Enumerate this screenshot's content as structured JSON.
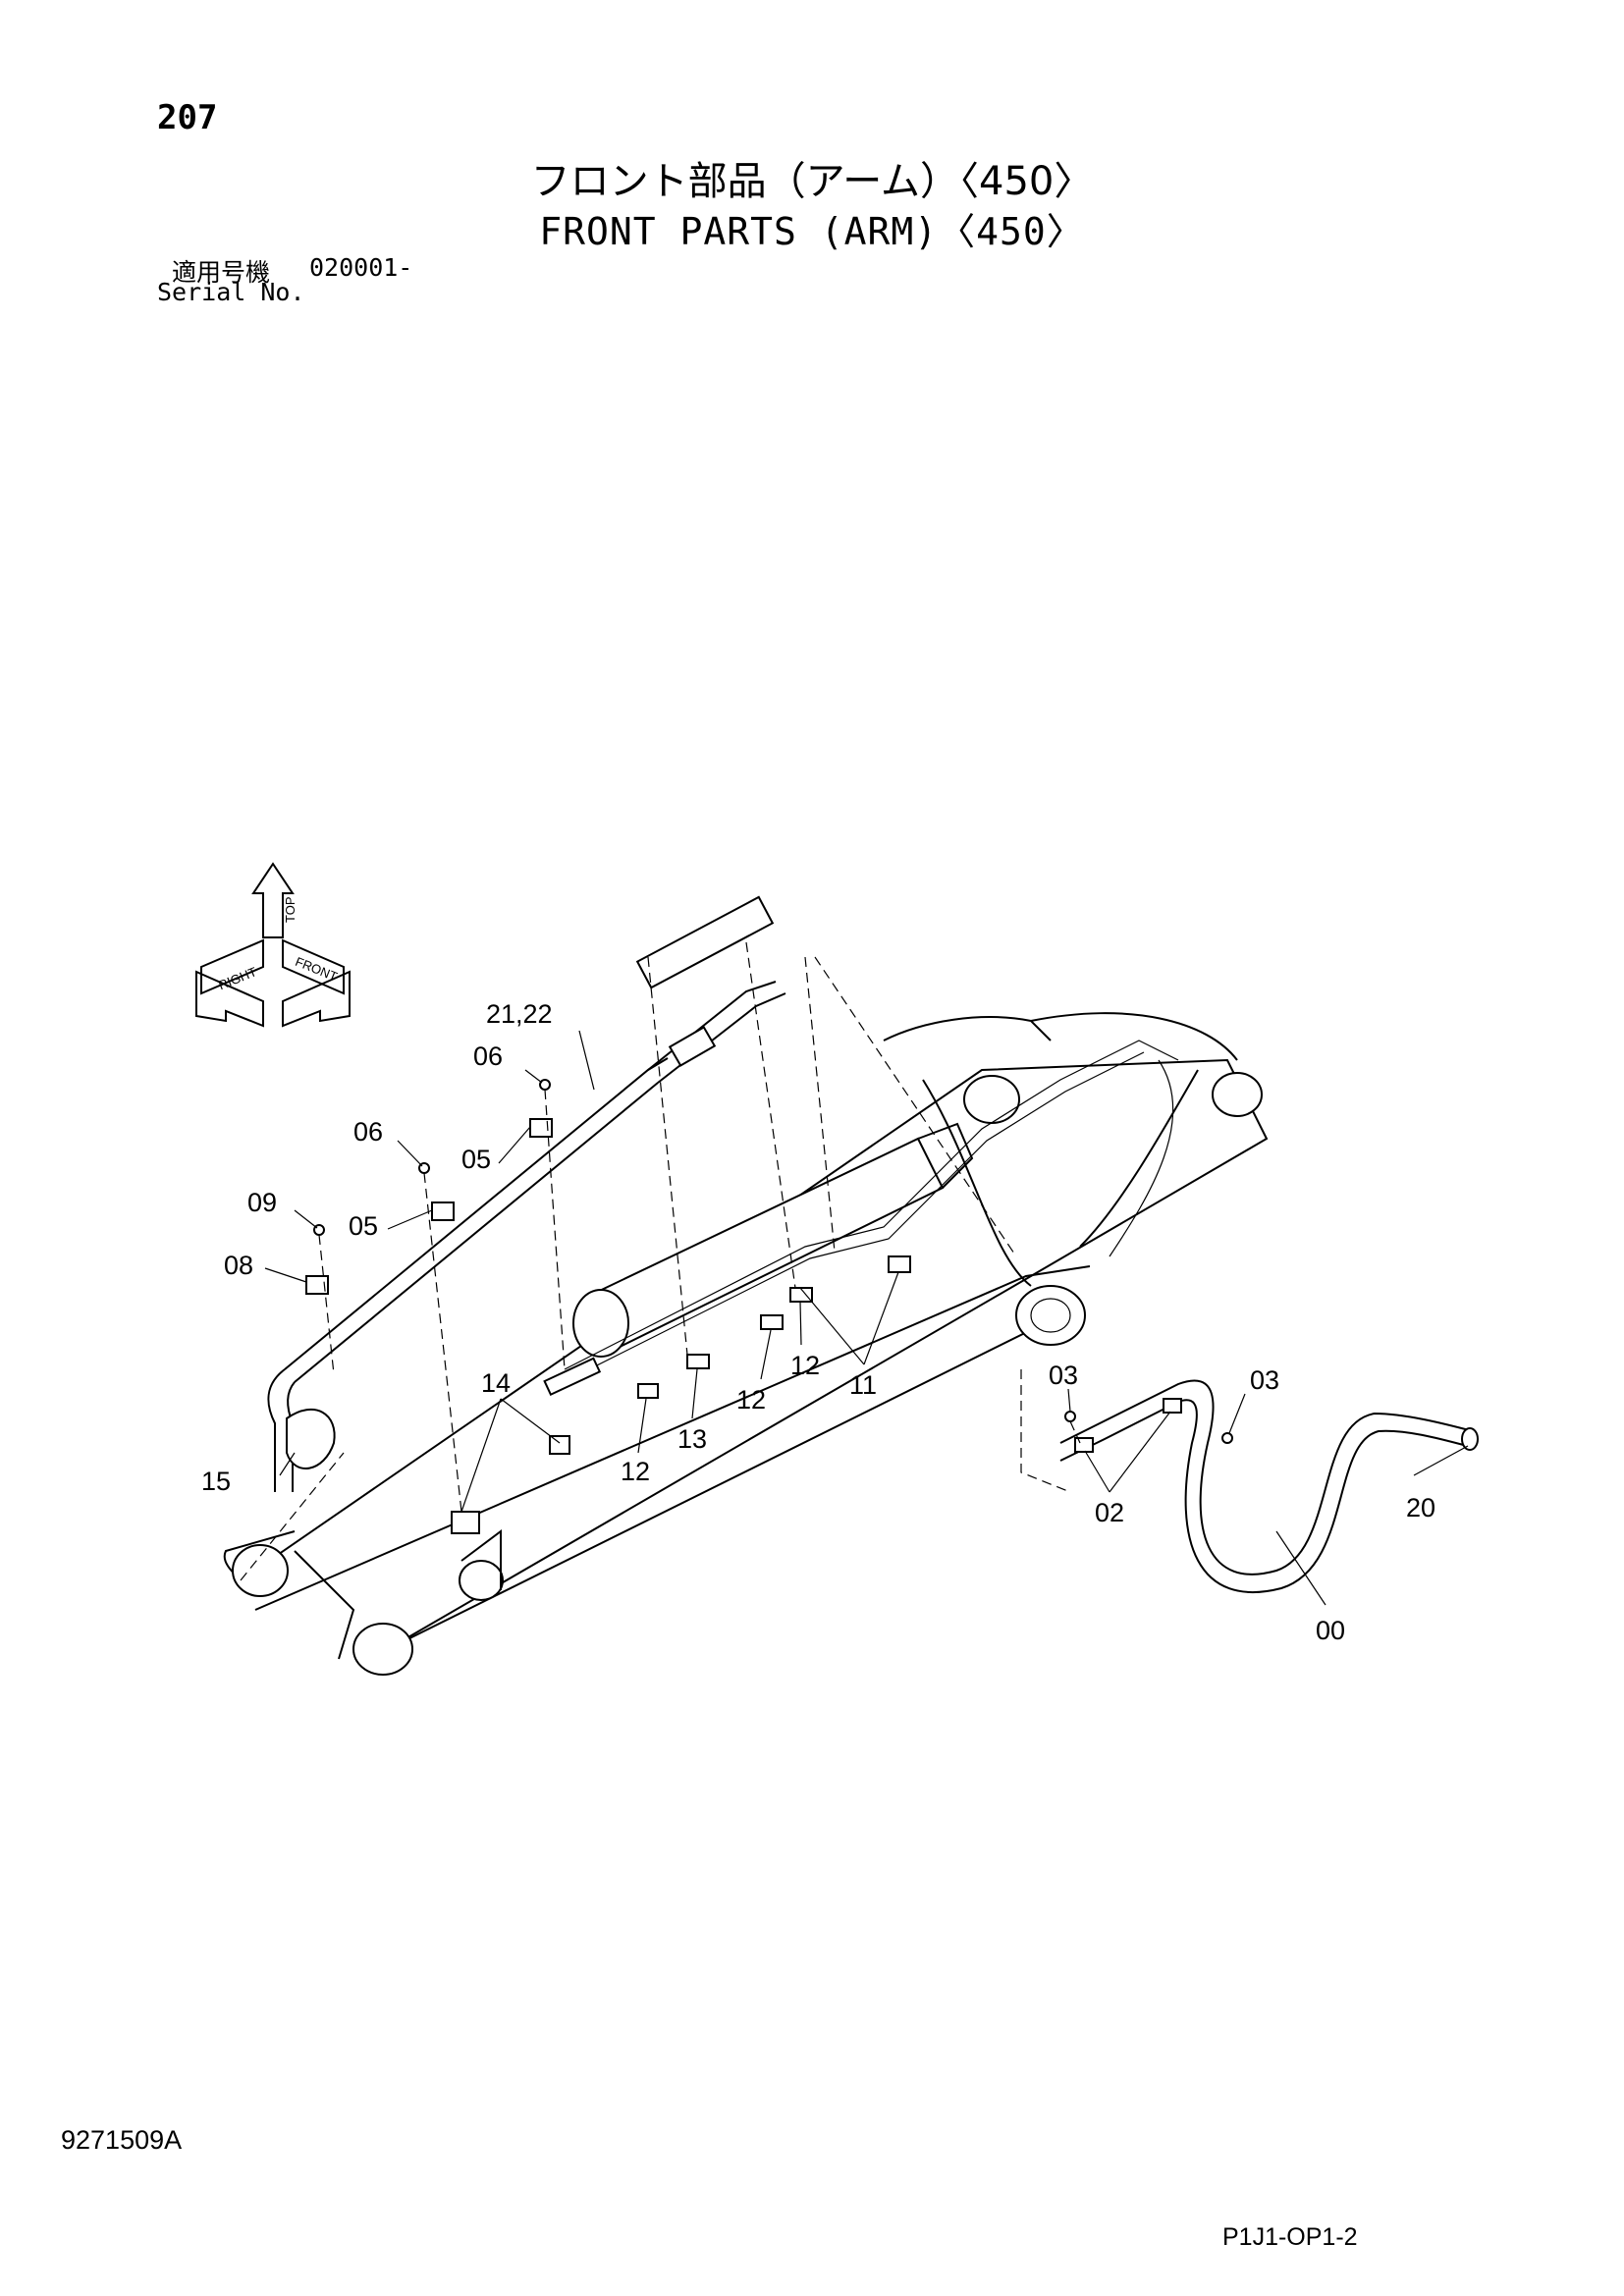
{
  "header": {
    "page_number": "207",
    "title_jp": "フロント部品（アーム）〈450〉",
    "title_en": "FRONT PARTS (ARM)〈450〉",
    "serial_label_jp": "適用号機",
    "serial_value": "020001-",
    "serial_label_en": "Serial No."
  },
  "orientation_indicator": {
    "labels": [
      "TOP",
      "RIGHT",
      "FRONT"
    ]
  },
  "callouts": [
    {
      "id": "21-22",
      "text": "21,22"
    },
    {
      "id": "06-a",
      "text": "06"
    },
    {
      "id": "05-a",
      "text": "05"
    },
    {
      "id": "06-b",
      "text": "06"
    },
    {
      "id": "05-b",
      "text": "05"
    },
    {
      "id": "09",
      "text": "09"
    },
    {
      "id": "08",
      "text": "08"
    },
    {
      "id": "14",
      "text": "14"
    },
    {
      "id": "15",
      "text": "15"
    },
    {
      "id": "12-a",
      "text": "12"
    },
    {
      "id": "13",
      "text": "13"
    },
    {
      "id": "12-b",
      "text": "12"
    },
    {
      "id": "12-c",
      "text": "12"
    },
    {
      "id": "11",
      "text": "11"
    },
    {
      "id": "03-a",
      "text": "03"
    },
    {
      "id": "03-b",
      "text": "03"
    },
    {
      "id": "02",
      "text": "02"
    },
    {
      "id": "20",
      "text": "20"
    },
    {
      "id": "00",
      "text": "00"
    }
  ],
  "footer": {
    "drawing_code": "9271509A",
    "page_code": "P1J1-OP1-2"
  }
}
